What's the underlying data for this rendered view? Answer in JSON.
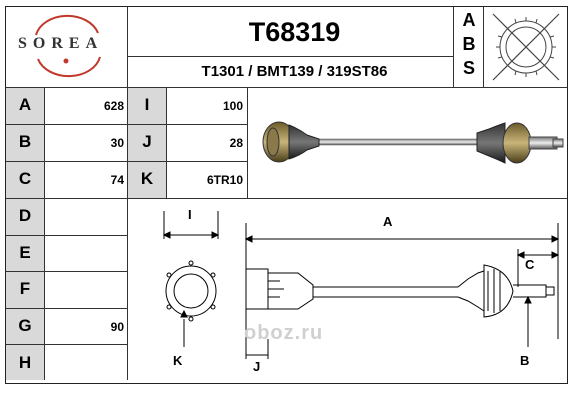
{
  "brand": {
    "logo_text": "SOREA",
    "accent_color": "#c0392b"
  },
  "header": {
    "part_number": "T68319",
    "cross_refs": "T1301 / BMT139 / 319ST86",
    "abs_letters": [
      "A",
      "B",
      "S"
    ]
  },
  "specs": {
    "rows": [
      {
        "letter": "A",
        "value": "628"
      },
      {
        "letter": "B",
        "value": "30"
      },
      {
        "letter": "C",
        "value": "74"
      },
      {
        "letter": "D",
        "value": ""
      },
      {
        "letter": "E",
        "value": ""
      },
      {
        "letter": "F",
        "value": ""
      },
      {
        "letter": "G",
        "value": "90"
      },
      {
        "letter": "H",
        "value": ""
      }
    ],
    "extra_rows": [
      {
        "letter": "I",
        "value": "100"
      },
      {
        "letter": "J",
        "value": "28"
      },
      {
        "letter": "K",
        "value": "6TR10"
      }
    ]
  },
  "diagram": {
    "labels": {
      "i": "I",
      "a": "A",
      "c": "C",
      "k": "K",
      "j": "J",
      "b": "B"
    }
  },
  "watermark": "oboz.ru"
}
